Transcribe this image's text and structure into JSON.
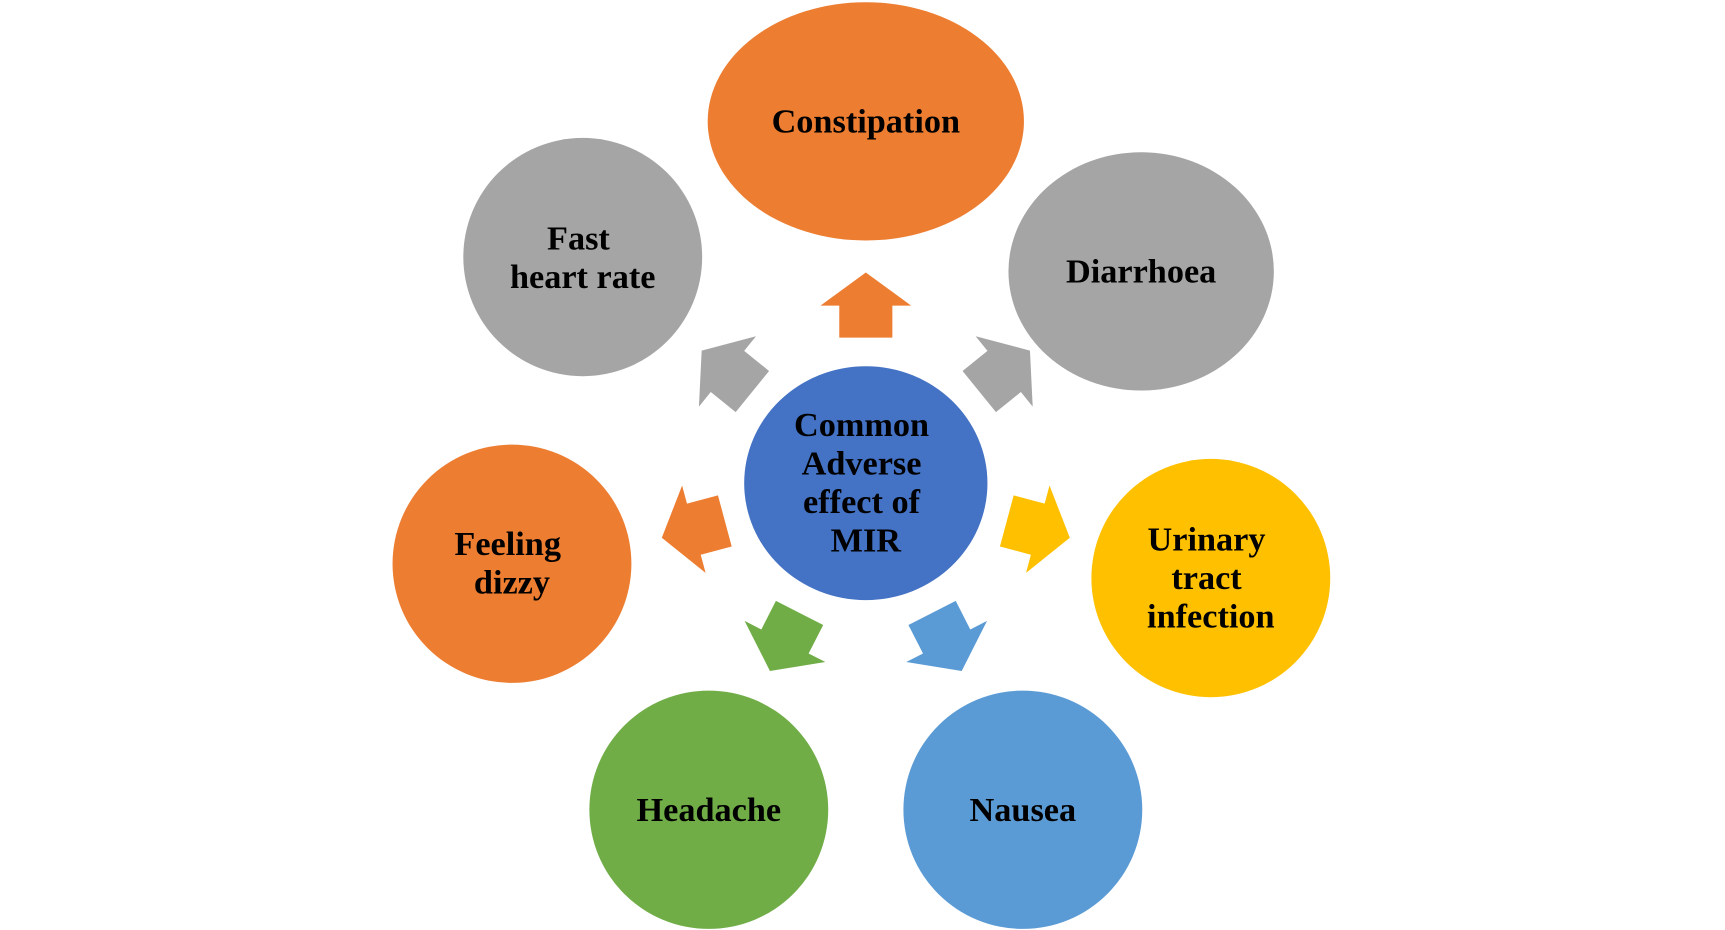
{
  "diagram": {
    "center": {
      "lines": [
        "Common",
        "Adverse",
        "effect of",
        "MIR"
      ],
      "color": "#4472C4"
    },
    "effects": [
      {
        "id": "constipation",
        "lines": [
          "Constipation"
        ],
        "color": "#ED7D31"
      },
      {
        "id": "diarrhoea",
        "lines": [
          "Diarrhoea"
        ],
        "color": "#A5A5A5"
      },
      {
        "id": "urinary-tract-infection",
        "lines": [
          "Urinary",
          "tract",
          "infection"
        ],
        "color": "#FFC000"
      },
      {
        "id": "nausea",
        "lines": [
          "Nausea"
        ],
        "color": "#5B9BD5"
      },
      {
        "id": "headache",
        "lines": [
          "Headache"
        ],
        "color": "#70AD47"
      },
      {
        "id": "feeling-dizzy",
        "lines": [
          "Feeling",
          "dizzy"
        ],
        "color": "#ED7D31"
      },
      {
        "id": "fast-heart-rate",
        "lines": [
          "Fast",
          "heart rate"
        ],
        "color": "#A5A5A5"
      }
    ]
  }
}
